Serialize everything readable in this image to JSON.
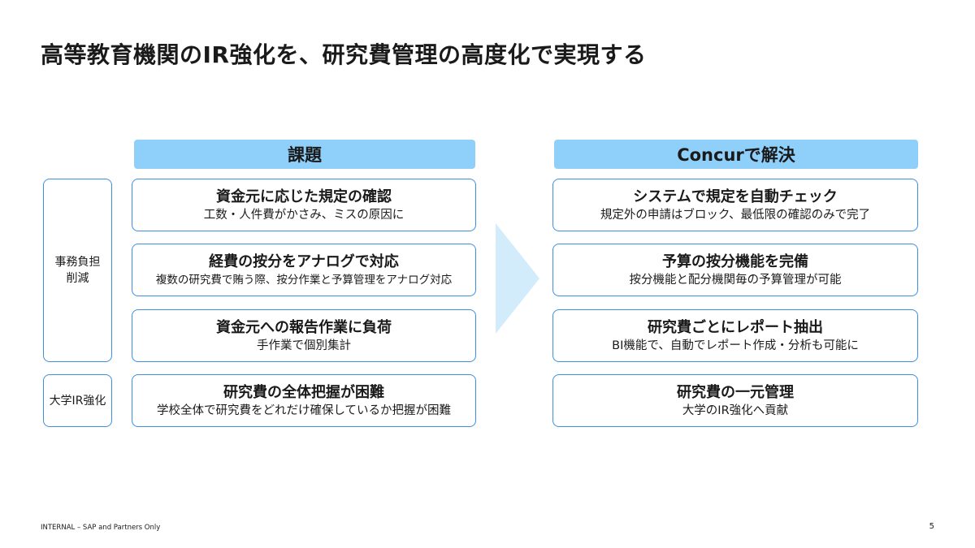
{
  "title": "高等教育機関のIR強化を、研究費管理の高度化で実現する",
  "headers": {
    "issues": "課題",
    "solution": "Concurで解決"
  },
  "side_labels": {
    "efficiency_line1": "事務負担",
    "efficiency_line2": "削減",
    "ir": "大学IR強化"
  },
  "issues": [
    {
      "title": "資金元に応じた規定の確認",
      "desc": "工数・人件費がかさみ、ミスの原因に"
    },
    {
      "title": "経費の按分をアナログで対応",
      "desc": "複数の研究費で賄う際、按分作業と予算管理をアナログ対応"
    },
    {
      "title": "資金元への報告作業に負荷",
      "desc": "手作業で個別集計"
    },
    {
      "title": "研究費の全体把握が困難",
      "desc": "学校全体で研究費をどれだけ確保しているか把握が困難"
    }
  ],
  "solutions": [
    {
      "title": "システムで規定を自動チェック",
      "desc": "規定外の申請はブロック、最低限の確認のみで完了"
    },
    {
      "title": "予算の按分機能を完備",
      "desc": "按分機能と配分機関毎の予算管理が可能"
    },
    {
      "title": "研究費ごとにレポート抽出",
      "desc": "BI機能で、自動でレポート作成・分析も可能に"
    },
    {
      "title": "研究費の一元管理",
      "desc": "大学のIR強化へ貢献"
    }
  ],
  "colors": {
    "header_fill": "#8fd0fb",
    "box_border": "#3b8fe0",
    "arrow_fill": "#d3ecfc"
  },
  "footer": "INTERNAL – SAP and Partners Only",
  "page_number": "5"
}
